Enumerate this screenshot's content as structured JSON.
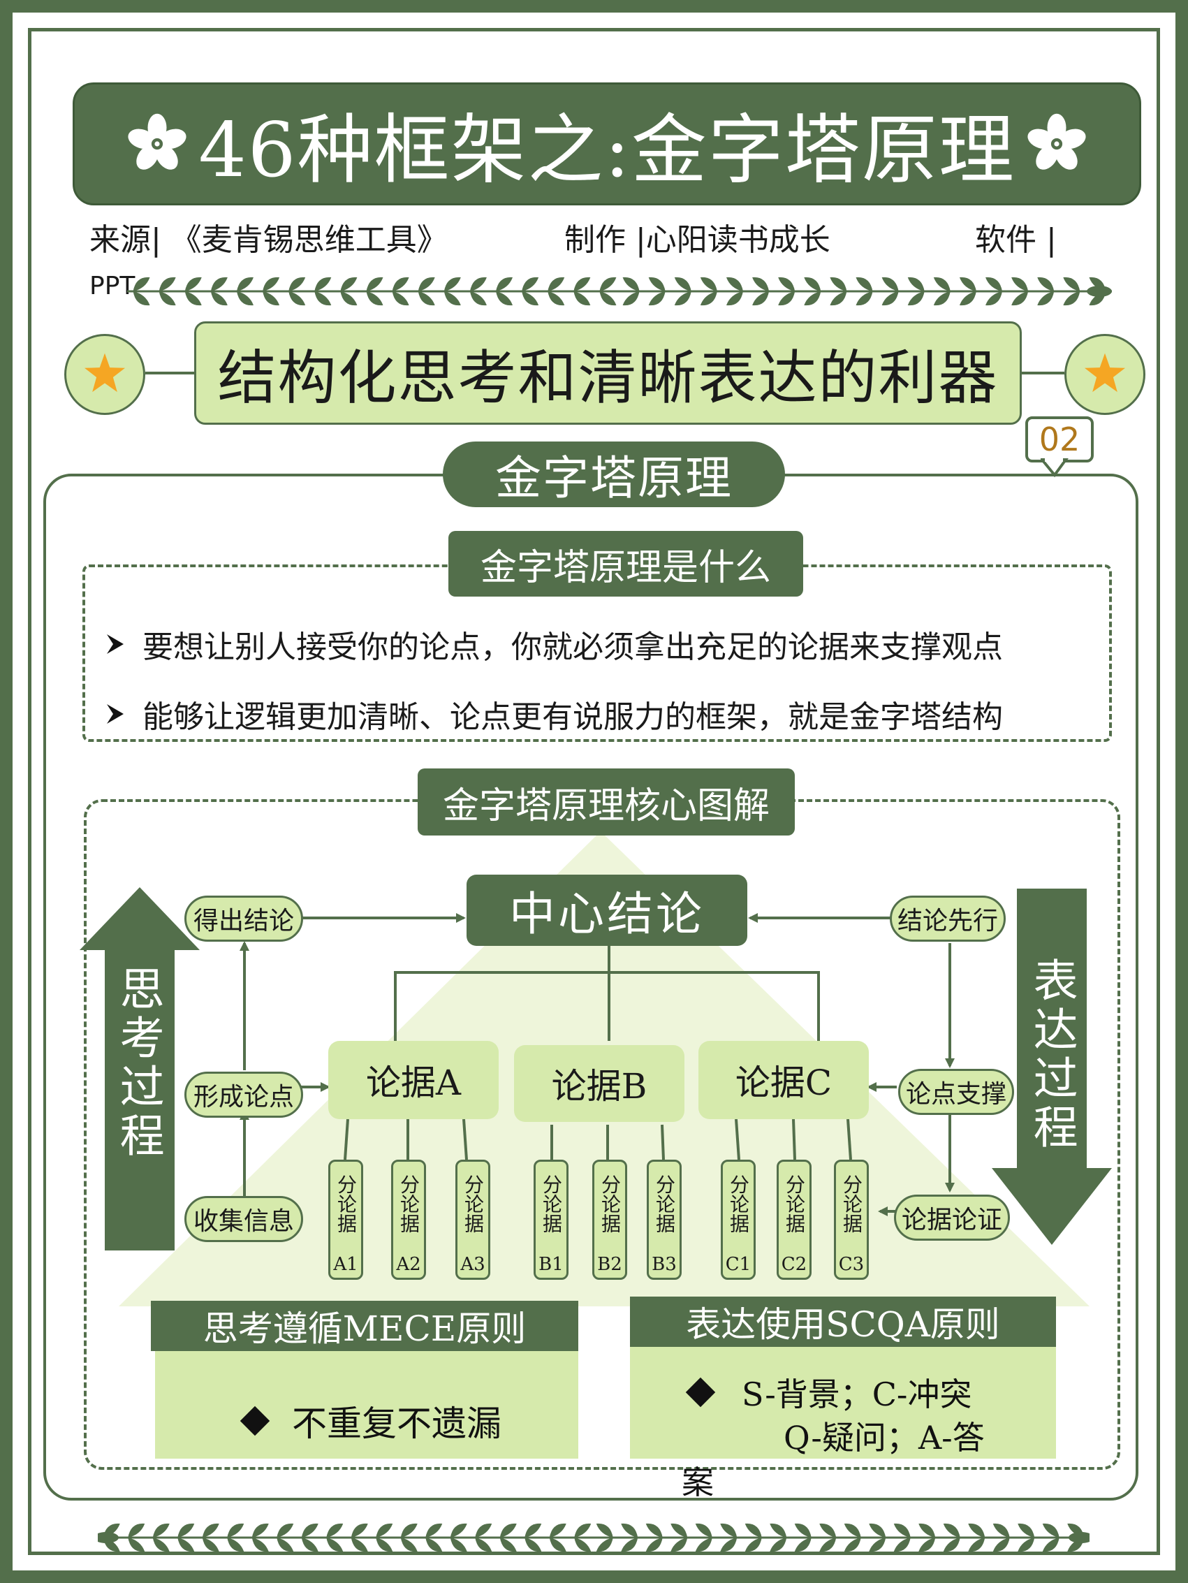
{
  "header": {
    "title": "46种框架之:金字塔原理",
    "source": "来源|  《麦肯锡思维工具》",
    "maker": "制作  |心阳读书成长",
    "software": "软件 |",
    "software_value": "PPT"
  },
  "subtitle": "结构化思考和清晰表达的利器",
  "page_number": "02",
  "main_pill": "金字塔原理",
  "what_is": {
    "heading": "金字塔原理是什么",
    "bullets": [
      "要想让别人接受你的论点，你就必须拿出充足的论据来支撑观点",
      "能够让逻辑更加清晰、论点更有说服力的框架，就是金字塔结构"
    ]
  },
  "diagram": {
    "heading": "金字塔原理核心图解",
    "center": "中心结论",
    "arguments": [
      "论据A",
      "论据B",
      "论据C"
    ],
    "sub_text": "分论据",
    "sub_labels": [
      "A1",
      "A2",
      "A3",
      "B1",
      "B2",
      "B3",
      "C1",
      "C2",
      "C3"
    ],
    "left_steps": [
      "得出结论",
      "形成论点",
      "收集信息"
    ],
    "right_steps": [
      "结论先行",
      "论点支撑",
      "论据论证"
    ],
    "left_arrow_label": "思考过程",
    "right_arrow_label": "表达过程"
  },
  "bottom": {
    "mece_heading": "思考遵循MECE原则",
    "mece_text": "不重复不遗漏",
    "scqa_heading": "表达使用SCQA原则",
    "scqa_line1": "S-背景；C-冲突",
    "scqa_line2": "Q-疑问；A-答",
    "scqa_overflow": "案"
  },
  "colors": {
    "dark_green": "#536f4b",
    "light_green": "#d6eaac",
    "star_orange": "#f5a623",
    "page_number": "#b0781c"
  },
  "icons": [
    "flower-icon",
    "leaf-vine",
    "star-icon",
    "arrow-bullet-icon",
    "diamond-bullet-icon"
  ]
}
